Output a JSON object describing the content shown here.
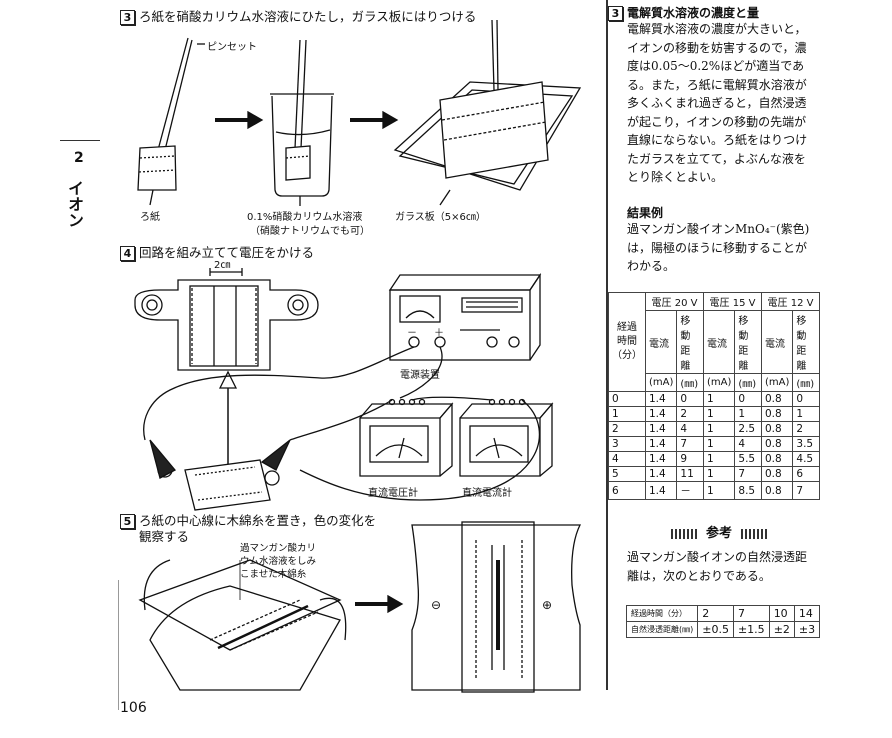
{
  "chapter": {
    "number": "2",
    "title": "イオン"
  },
  "page_number": "106",
  "step3": {
    "num": "3",
    "title": "ろ紙を硝酸カリウム水溶液にひたし，ガラス板にはりつける",
    "tweezers_label": "ピンセット",
    "filter_label": "ろ紙",
    "solution_label": "0.1%硝酸カリウム水溶液",
    "solution_note": "（硝酸ナトリウムでも可）",
    "glass_label": "ガラス板（5×6㎝）"
  },
  "step4": {
    "num": "4",
    "title": "回路を組み立てて電圧をかける",
    "width_label": "2㎝",
    "power_label": "電源装置",
    "voltmeter_label": "直流電圧計",
    "ammeter_label": "直流電流計",
    "minus": "－",
    "plus": "＋"
  },
  "step5": {
    "num": "5",
    "title_line1": "ろ紙の中心線に木綿糸を置き，色の変化を",
    "title_line2": "観察する",
    "thread_label_1": "過マンガン酸カリ",
    "thread_label_2": "ウム水溶液をしみ",
    "thread_label_3": "こませた木綿糸",
    "neg": "⊖",
    "pos": "⊕"
  },
  "note3": {
    "num": "3",
    "heading": "電解質水溶液の濃度と量",
    "lines": [
      "電解質水溶液の濃度が大きいと，",
      "イオンの移動を妨害するので，濃",
      "度は0.05〜0.2%ほどが適当であ",
      "る。また，ろ紙に電解質水溶液が",
      "多くふくまれ過ぎると，自然浸透",
      "が起こり，イオンの移動の先端が",
      "直線にならない。ろ紙をはりつけ",
      "たガラスを立てて，よぶんな液を",
      "とり除くとよい。"
    ]
  },
  "results": {
    "heading": "結果例",
    "lines": [
      "過マンガン酸イオンMnO₄⁻(紫色)",
      "は，陽極のほうに移動することが",
      "わかる。"
    ]
  },
  "table": {
    "col0": [
      "経過",
      "時間",
      "（分）"
    ],
    "groups": [
      "電圧 20 V",
      "電圧 15 V",
      "電圧 12 V"
    ],
    "sub_current": "電流",
    "sub_current_unit": "(mA)",
    "sub_dist": [
      "移動",
      "距離"
    ],
    "sub_dist_unit": "(㎜)",
    "rows": [
      [
        "0",
        "1.4",
        "0",
        "1",
        "0",
        "0.8",
        "0"
      ],
      [
        "1",
        "1.4",
        "2",
        "1",
        "1",
        "0.8",
        "1"
      ],
      [
        "2",
        "1.4",
        "4",
        "1",
        "2.5",
        "0.8",
        "2"
      ],
      [
        "3",
        "1.4",
        "7",
        "1",
        "4",
        "0.8",
        "3.5"
      ],
      [
        "4",
        "1.4",
        "9",
        "1",
        "5.5",
        "0.8",
        "4.5"
      ],
      [
        "5",
        "1.4",
        "11",
        "1",
        "7",
        "0.8",
        "6"
      ],
      [
        "6",
        "1.4",
        "－",
        "1",
        "8.5",
        "0.8",
        "7"
      ]
    ]
  },
  "reference": {
    "heading": "参考",
    "lines": [
      "過マンガン酸イオンの自然浸透距",
      "離は，次のとおりである。"
    ],
    "row1": [
      "経過時間（分）",
      "2",
      "7",
      "10",
      "14"
    ],
    "row2": [
      "自然浸透距離(㎜)",
      "±0.5",
      "±1.5",
      "±2",
      "±3"
    ]
  }
}
